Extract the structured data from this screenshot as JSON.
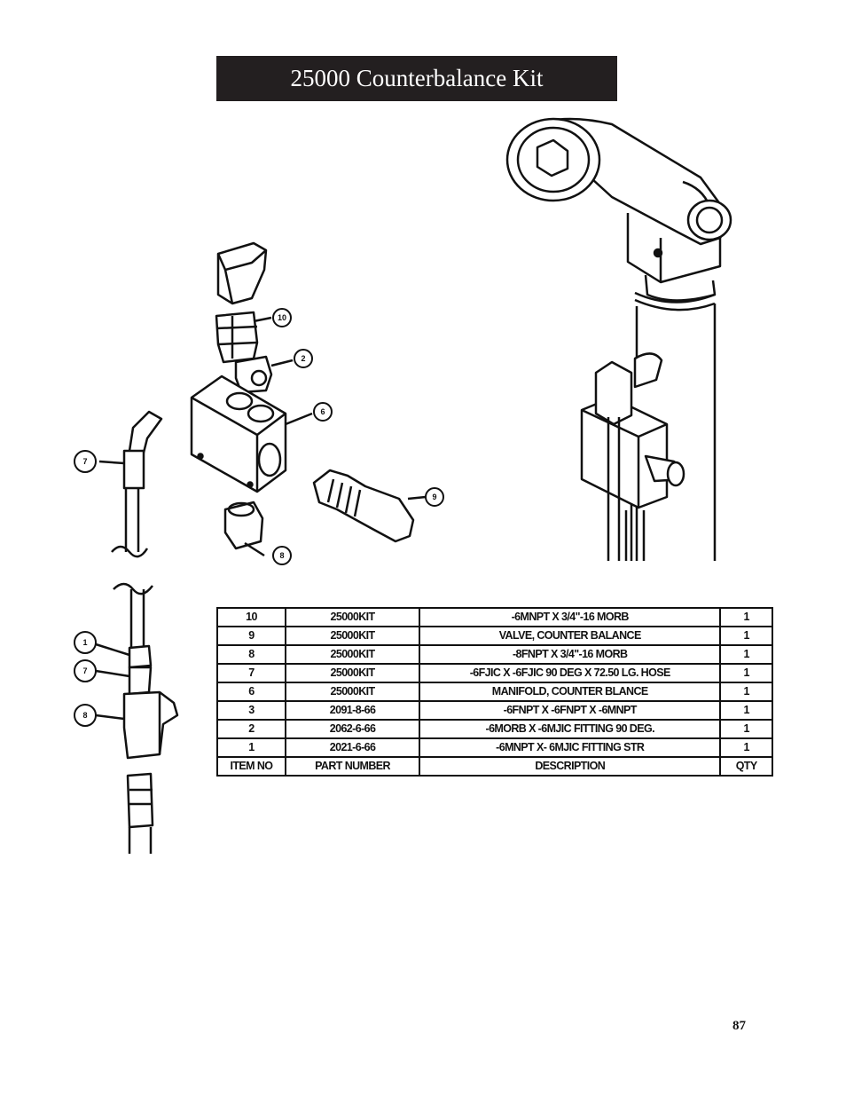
{
  "title": "25000 Counterbalance Kit",
  "callouts": {
    "top_10": "10",
    "top_2": "2",
    "top_6": "6",
    "top_7": "7",
    "top_9": "9",
    "top_8": "8",
    "bottom_1": "1",
    "bottom_7": "7",
    "bottom_8": "8"
  },
  "table": {
    "header": {
      "item": "ITEM NO",
      "part": "PART NUMBER",
      "desc": "DESCRIPTION",
      "qty": "QTY"
    },
    "rows": [
      {
        "item": "10",
        "part": "25000KIT",
        "desc": "-6MNPT X 3/4\"-16 MORB",
        "qty": "1"
      },
      {
        "item": "9",
        "part": "25000KIT",
        "desc": "VALVE, COUNTER BALANCE",
        "qty": "1"
      },
      {
        "item": "8",
        "part": "25000KIT",
        "desc": "-8FNPT X 3/4\"-16 MORB",
        "qty": "1"
      },
      {
        "item": "7",
        "part": "25000KIT",
        "desc": "-6FJIC X -6FJIC 90 DEG X 72.50 LG. HOSE",
        "qty": "1"
      },
      {
        "item": "6",
        "part": "25000KIT",
        "desc": "MANIFOLD, COUNTER BLANCE",
        "qty": "1"
      },
      {
        "item": "3",
        "part": "2091-8-66",
        "desc": "-6FNPT X -6FNPT X -6MNPT",
        "qty": "1"
      },
      {
        "item": "2",
        "part": "2062-6-66",
        "desc": "-6MORB X -6MJIC FITTING 90 DEG.",
        "qty": "1"
      },
      {
        "item": "1",
        "part": "2021-6-66",
        "desc": "-6MNPT X- 6MJIC FITTING STR",
        "qty": "1"
      }
    ]
  },
  "page_number": "87"
}
